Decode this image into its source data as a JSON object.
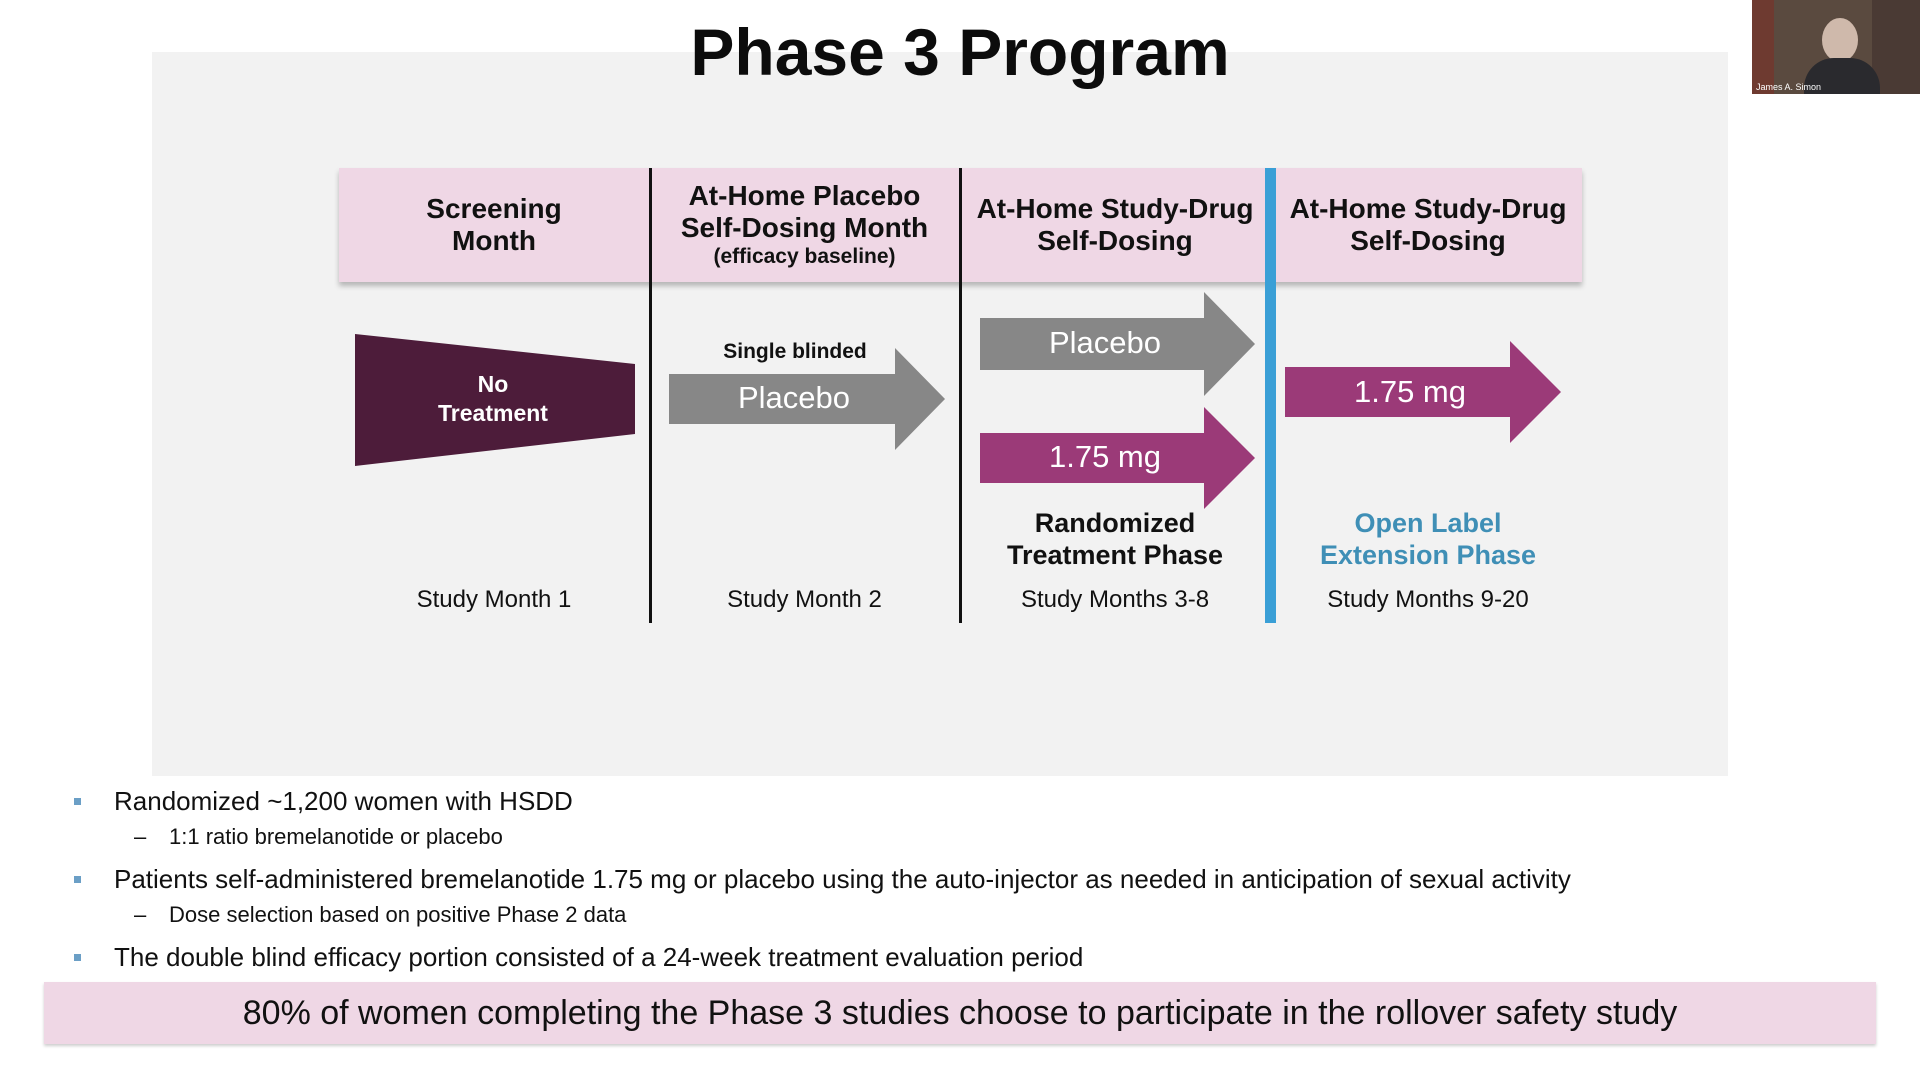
{
  "slide": {
    "title": "Phase 3 Program"
  },
  "columns": [
    {
      "header": "Screening Month",
      "header_line1": "Screening",
      "header_line2": "Month",
      "sub": "",
      "month": "Study Month 1"
    },
    {
      "header_line1": "At-Home Placebo",
      "header_line2": "Self-Dosing Month",
      "sub": "(efficacy baseline)",
      "month": "Study Month 2"
    },
    {
      "header_line1": "At-Home Study-Drug",
      "header_line2": "Self-Dosing",
      "sub": "",
      "month": "Study Months 3-8"
    },
    {
      "header_line1": "At-Home Study-Drug",
      "header_line2": "Self-Dosing",
      "sub": "",
      "month": "Study Months 9-20"
    }
  ],
  "diagram": {
    "no_treatment_line1": "No",
    "no_treatment_line2": "Treatment",
    "single_blinded": "Single blinded",
    "placebo_label": "Placebo",
    "dose_label": "1.75 mg",
    "randomized_line1": "Randomized",
    "randomized_line2": "Treatment Phase",
    "open_label_line1": "Open Label",
    "open_label_line2": "Extension Phase",
    "colors": {
      "header_bg": "#efd7e5",
      "no_treatment": "#4d1c3a",
      "placebo_arrow": "#878787",
      "dose_arrow": "#9b3a78",
      "open_label_text": "#3f8fb6",
      "divider_blue": "#3a9fd6"
    }
  },
  "bullets": [
    {
      "text": "Randomized ~1,200 women with HSDD",
      "sub": "1:1 ratio bremelanotide or placebo"
    },
    {
      "text": "Patients self-administered bremelanotide 1.75 mg or placebo using the auto-injector as needed in anticipation of sexual activity",
      "sub": "Dose selection based on positive Phase 2 data"
    },
    {
      "text": "The double blind efficacy portion consisted of a 24-week treatment evaluation period",
      "sub": ""
    }
  ],
  "banner": "80% of women completing the Phase 3 studies choose to participate in the rollover safety study",
  "webcam": {
    "name": "James A. Simon"
  }
}
